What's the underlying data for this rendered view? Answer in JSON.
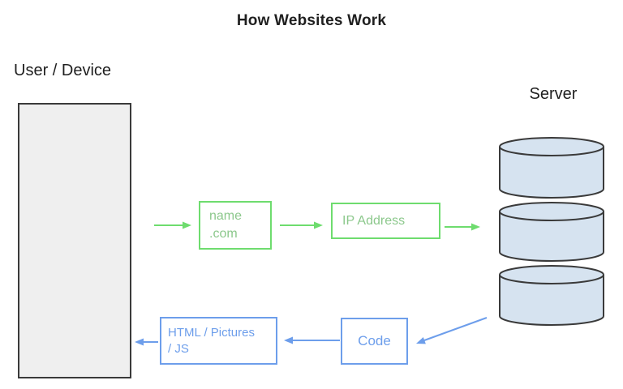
{
  "title": "How Websites Work",
  "nodes": {
    "user_device": {
      "label": "User / Device"
    },
    "server": {
      "label": "Server"
    },
    "domain_box": {
      "line1": "name",
      "line2": ".com"
    },
    "ip_box": {
      "label": "IP Address"
    },
    "response_box": {
      "line1": "HTML / Pictures",
      "line2": "/ JS"
    },
    "code_box": {
      "label": "Code"
    }
  },
  "colors": {
    "request_green": "#6edc6e",
    "request_text_green": "#8cc88c",
    "response_blue": "#6d9eeb",
    "server_fill": "#d6e3f0",
    "device_fill": "#efefef",
    "outline_dark": "#3a3a3a",
    "text_dark": "#1f1f1f"
  }
}
